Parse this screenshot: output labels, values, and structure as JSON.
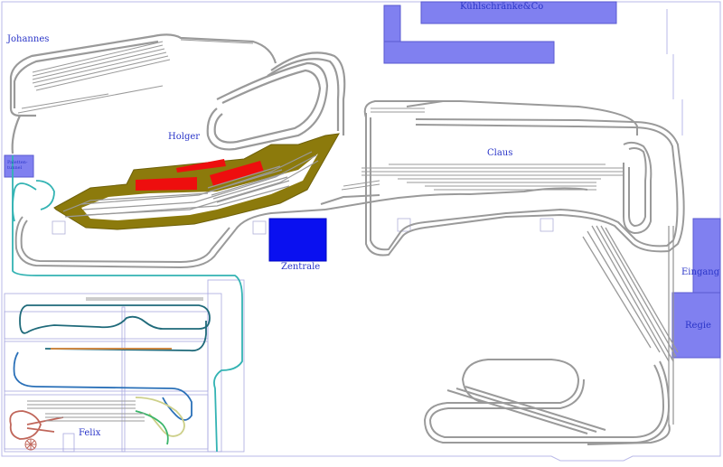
{
  "labels": {
    "johannes": "Johannes",
    "kuehlschraenke": "Kühlschränke&Co",
    "holger": "Holger",
    "claus": "Claus",
    "zentrale": "Zentrale",
    "eingang": "Eingang",
    "regie": "Regie",
    "felix": "Felix",
    "paletten_line1": "Paletten-",
    "paletten_line2": "tunnel"
  },
  "colors": {
    "track": "#9a9a9a",
    "room": "#8080f0",
    "zentrale": "#0a10f0",
    "platform": "#8c7a0c",
    "highlight": "#ee0e0e",
    "label": "#2a35c8",
    "teal": "#33b3b3",
    "rust": "#c0665a",
    "lime": "#cdd08a"
  }
}
